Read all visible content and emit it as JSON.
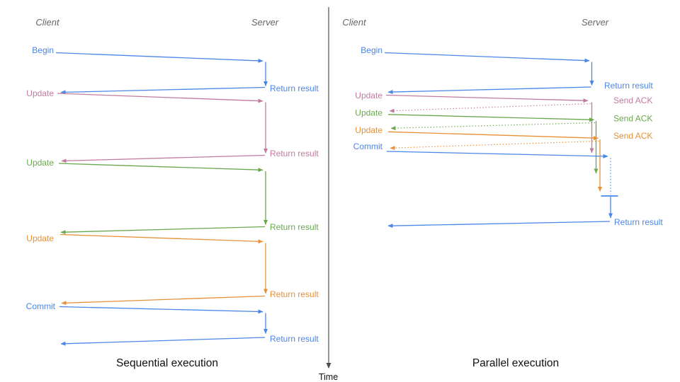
{
  "colors": {
    "blue": "#4a86e8",
    "magenta": "#c27ba0",
    "green": "#6aa84f",
    "orange": "#e69138",
    "axis": "#4d4d4d",
    "actor": "#666666",
    "heading": "#111111"
  },
  "time_axis": {
    "label": "Time"
  },
  "left_panel": {
    "title": "Sequential execution",
    "client_label": "Client",
    "server_label": "Server",
    "messages": [
      {
        "request": "Begin",
        "response": "Return result",
        "color": "blue"
      },
      {
        "request": "Update",
        "response": "Return result",
        "color": "magenta"
      },
      {
        "request": "Update",
        "response": "Return result",
        "color": "green"
      },
      {
        "request": "Update",
        "response": "Return result",
        "color": "orange"
      },
      {
        "request": "Commit",
        "response": "Return result",
        "color": "blue"
      }
    ]
  },
  "right_panel": {
    "title": "Parallel execution",
    "client_label": "Client",
    "server_label": "Server",
    "messages": [
      {
        "request": "Begin",
        "response": "Return result",
        "color": "blue"
      },
      {
        "request": "Update",
        "response": "Send ACK",
        "color": "magenta"
      },
      {
        "request": "Update",
        "response": "Send ACK",
        "color": "green"
      },
      {
        "request": "Update",
        "response": "Send ACK",
        "color": "orange"
      },
      {
        "request": "Commit",
        "response": "Return result",
        "color": "blue"
      }
    ]
  }
}
